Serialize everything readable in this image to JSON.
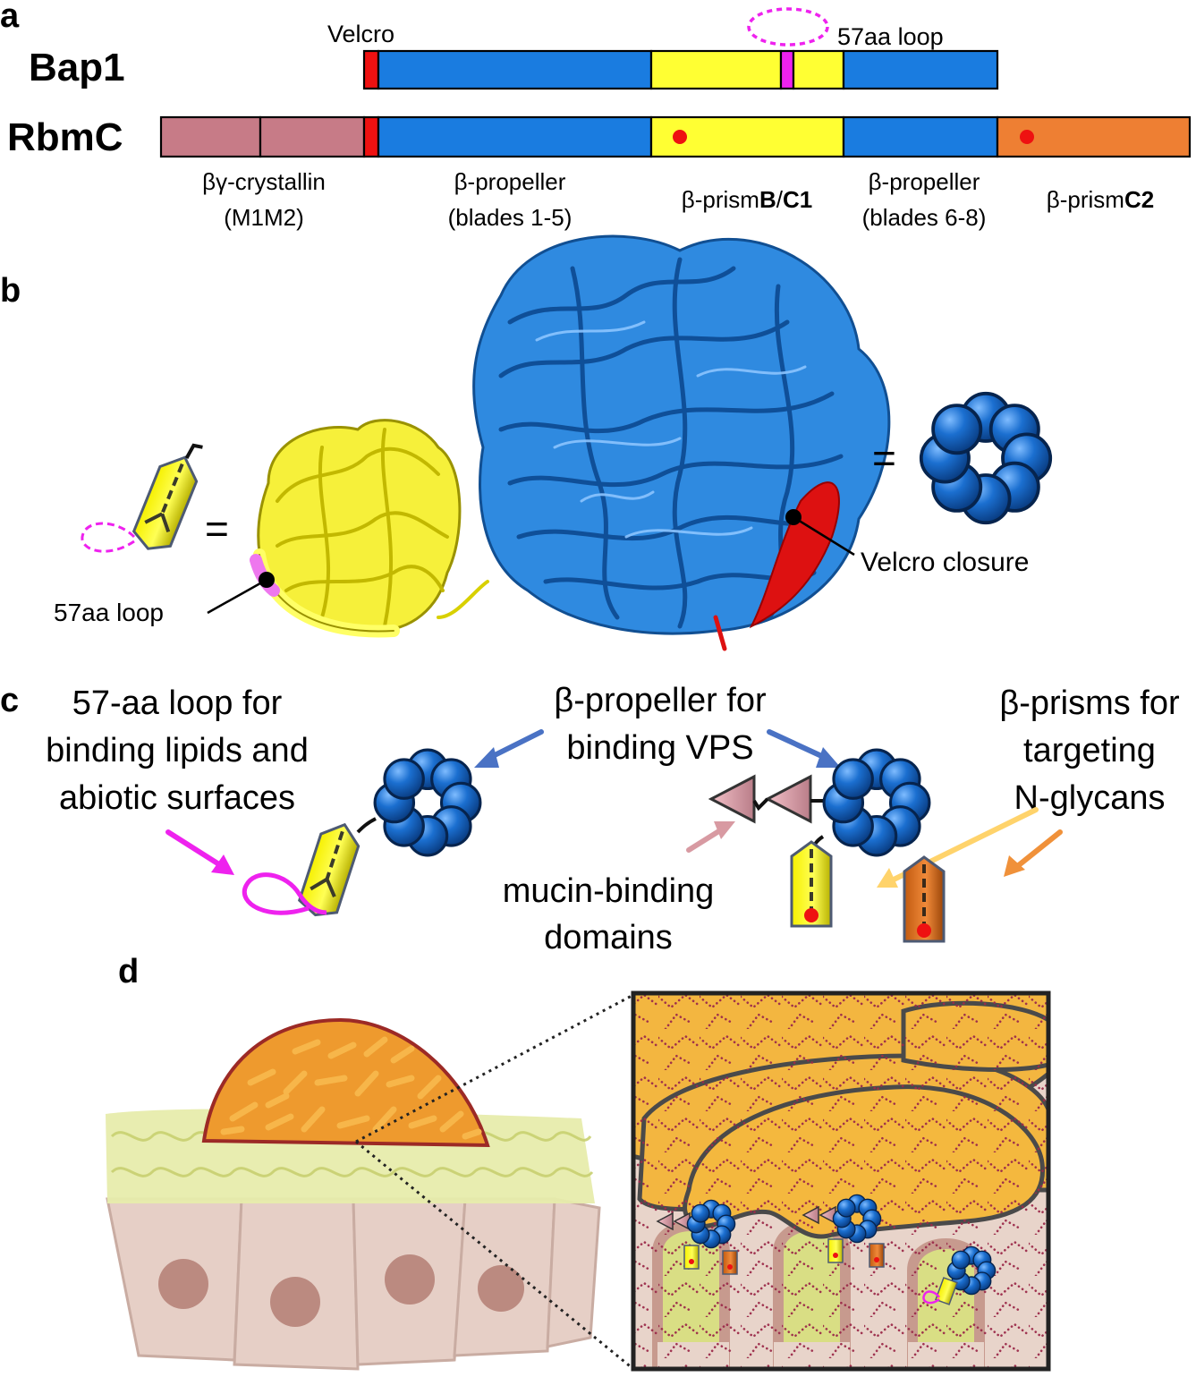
{
  "panels": {
    "a": "a",
    "b": "b",
    "c": "c",
    "d": "d"
  },
  "panel_a": {
    "bap1_label": "Bap1",
    "rbmc_label": "RbmC",
    "velcro_label": "Velcro",
    "loop_label": "57aa loop",
    "domains": [
      {
        "line1": "βγ-crystallin",
        "line2": "(M1M2)"
      },
      {
        "line1": "β-propeller",
        "line2": "(blades 1-5)"
      },
      {
        "prefix": "β-prism",
        "bold": "B",
        "sep": "/",
        "bold2": "C1"
      },
      {
        "line1": "β-propeller",
        "line2": "(blades 6-8)"
      },
      {
        "prefix": "β-prism",
        "bold": "C2"
      }
    ],
    "colors": {
      "velcro": "#ee1111",
      "propeller": "#1a7ce0",
      "prism_bc1": "#ffff33",
      "prism_c2": "#ee7f33",
      "crystallin": "#c77b87",
      "loop": "#ee22ee"
    }
  },
  "panel_b": {
    "loop_label": "57aa loop",
    "velcro_label": "Velcro closure",
    "equals": "="
  },
  "panel_c": {
    "left": [
      "57-aa loop for",
      "binding lipids and",
      "abiotic surfaces"
    ],
    "center": [
      "β-propeller for",
      "binding VPS"
    ],
    "right": [
      "β-prisms for",
      "targeting",
      "N-glycans"
    ],
    "mucin": [
      "mucin-binding",
      "domains"
    ]
  },
  "icons": [
    "propeller-ring-icon",
    "prism-icon",
    "mucin-triangle-icon",
    "intestinal-cell-icon",
    "bacterium-icon"
  ]
}
